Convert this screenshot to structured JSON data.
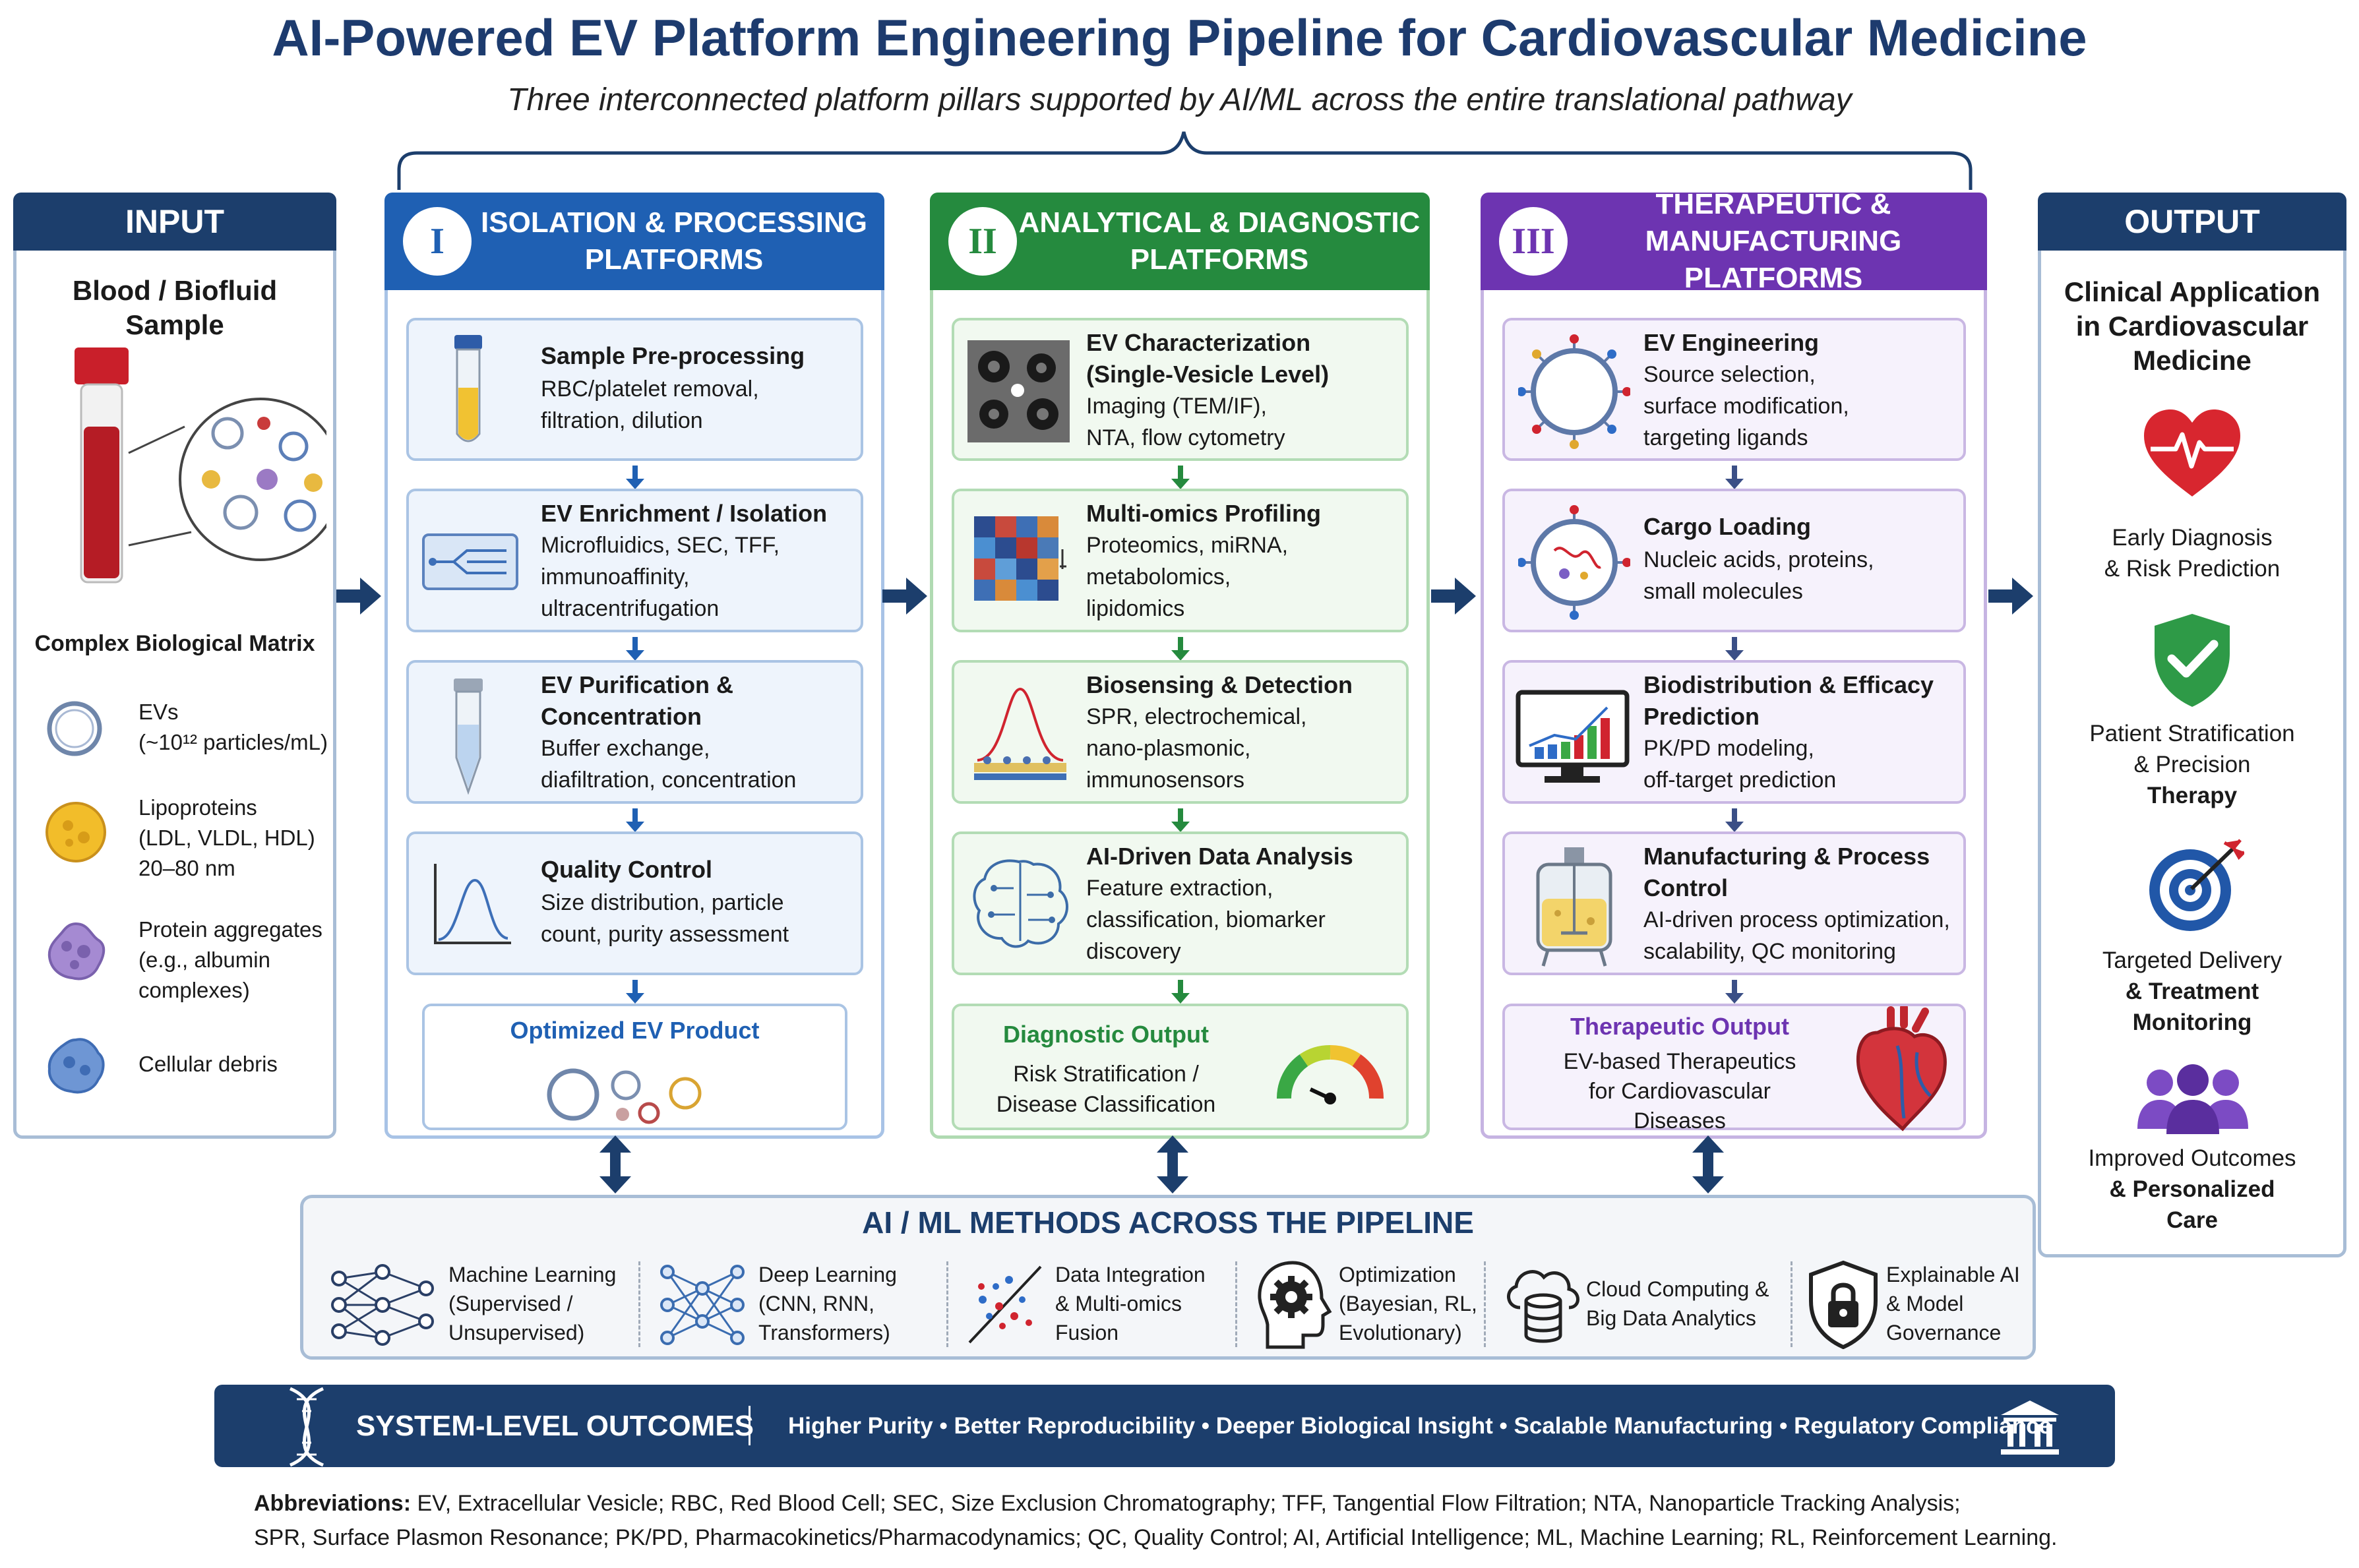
{
  "title": "AI-Powered EV Platform Engineering Pipeline for Cardiovascular Medicine",
  "subtitle": "Three interconnected platform pillars supported by AI/ML across the entire translational pathway",
  "colors": {
    "navy": "#1c3e6c",
    "blue": "#1f60b3",
    "green": "#258a3e",
    "purple": "#6d34b1",
    "red": "#d0242f"
  },
  "input": {
    "header": "INPUT",
    "sample_l1": "Blood / Biofluid",
    "sample_l2": "Sample",
    "matrix_label": "Complex Biological Matrix",
    "items": [
      {
        "l1": "EVs",
        "l2": "(~10¹² particles/mL)",
        "l3": "",
        "icon": "ev-icon"
      },
      {
        "l1": "Lipoproteins",
        "l2": "(LDL, VLDL, HDL)",
        "l3": "20–80 nm",
        "icon": "lipoprotein-icon"
      },
      {
        "l1": "Protein aggregates",
        "l2": "(e.g., albumin",
        "l3": "complexes)",
        "icon": "protein-aggregate-icon"
      },
      {
        "l1": "Cellular debris",
        "l2": "",
        "l3": "",
        "icon": "cellular-debris-icon"
      }
    ]
  },
  "pillars": [
    {
      "numeral": "I",
      "title_l1": "ISOLATION & PROCESSING",
      "title_l2": "PLATFORMS",
      "cards": [
        {
          "title": [
            "Sample Pre-processing"
          ],
          "desc": [
            "RBC/platelet removal,",
            "filtration, dilution"
          ],
          "icon": "test-tube-icon"
        },
        {
          "title": [
            "EV Enrichment / Isolation"
          ],
          "desc": [
            "Microfluidics, SEC, TFF,",
            "immunoaffinity,",
            "ultracentrifugation"
          ],
          "icon": "microfluidic-chip-icon"
        },
        {
          "title": [
            "EV Purification &",
            "Concentration"
          ],
          "desc": [
            "Buffer exchange,",
            "diafiltration, concentration"
          ],
          "icon": "centrifuge-tube-icon"
        },
        {
          "title": [
            "Quality Control"
          ],
          "desc": [
            "Size distribution, particle",
            "count, purity assessment"
          ],
          "icon": "distribution-curve-icon"
        }
      ],
      "final": {
        "title": "Optimized EV Product",
        "icon": "ev-vesicles-icon"
      }
    },
    {
      "numeral": "II",
      "title_l1": "ANALYTICAL & DIAGNOSTIC",
      "title_l2": "PLATFORMS",
      "cards": [
        {
          "title": [
            "EV Characterization",
            "(Single-Vesicle Level)"
          ],
          "desc": [
            "Imaging (TEM/IF),",
            "NTA, flow cytometry"
          ],
          "icon": "microscopy-image-icon"
        },
        {
          "title": [
            "Multi-omics Profiling"
          ],
          "desc": [
            "Proteomics, miRNA,",
            "metabolomics,",
            "lipidomics"
          ],
          "icon": "heatmap-icon"
        },
        {
          "title": [
            "Biosensing & Detection"
          ],
          "desc": [
            "SPR, electrochemical,",
            "nano-plasmonic,",
            "immunosensors"
          ],
          "icon": "biosensor-peak-icon"
        },
        {
          "title": [
            "AI-Driven Data Analysis"
          ],
          "desc": [
            "Feature extraction,",
            "classification, biomarker",
            "discovery"
          ],
          "icon": "brain-circuit-icon"
        }
      ],
      "final": {
        "title": "Diagnostic Output",
        "desc_l1": "Risk Stratification /",
        "desc_l2": "Disease Classification",
        "icon": "risk-gauge-icon"
      }
    },
    {
      "numeral": "III",
      "title_l1": "THERAPEUTIC & MANUFACTURING",
      "title_l2": "PLATFORMS",
      "cards": [
        {
          "title": [
            "EV Engineering"
          ],
          "desc": [
            "Source selection,",
            "surface modification,",
            "targeting ligands"
          ],
          "icon": "engineered-ev-icon"
        },
        {
          "title": [
            "Cargo Loading"
          ],
          "desc": [
            "Nucleic acids, proteins,",
            "small molecules"
          ],
          "icon": "cargo-ev-icon"
        },
        {
          "title": [
            "Biodistribution & Efficacy",
            "Prediction"
          ],
          "desc": [
            "PK/PD modeling,",
            "off-target prediction"
          ],
          "icon": "monitor-chart-icon"
        },
        {
          "title": [
            "Manufacturing & Process",
            "Control"
          ],
          "desc": [
            "AI-driven process optimization,",
            "scalability, QC monitoring"
          ],
          "icon": "bioreactor-icon"
        }
      ],
      "final": {
        "title": "Therapeutic Output",
        "desc_l1": "EV-based Therapeutics",
        "desc_l2": "for Cardiovascular",
        "desc_l3": "Diseases",
        "icon": "anatomical-heart-icon"
      }
    }
  ],
  "output": {
    "header": "OUTPUT",
    "title_l1": "Clinical Application",
    "title_l2": "in Cardiovascular",
    "title_l3": "Medicine",
    "items": [
      {
        "l1": "Early Diagnosis",
        "l2": "& Risk Prediction",
        "l3": "",
        "icon": "heart-pulse-icon"
      },
      {
        "l1": "Patient Stratification",
        "l2": "& Precision",
        "l3": "Therapy",
        "icon": "shield-check-icon"
      },
      {
        "l1": "Targeted Delivery",
        "l2": "& Treatment",
        "l3": "Monitoring",
        "icon": "target-icon"
      },
      {
        "l1": "Improved Outcomes",
        "l2": "& Personalized",
        "l3": "Care",
        "icon": "people-icon"
      }
    ]
  },
  "ml": {
    "title": "AI / ML METHODS ACROSS THE PIPELINE",
    "items": [
      {
        "l1": "Machine Learning",
        "l2": "(Supervised /",
        "l3": "Unsupervised)",
        "icon": "neural-network-icon"
      },
      {
        "l1": "Deep Learning",
        "l2": "(CNN, RNN,",
        "l3": "Transformers)",
        "icon": "deep-network-icon"
      },
      {
        "l1": "Data Integration",
        "l2": "& Multi-omics",
        "l3": "Fusion",
        "icon": "data-fusion-icon"
      },
      {
        "l1": "Optimization",
        "l2": "(Bayesian, RL,",
        "l3": "Evolutionary)",
        "icon": "head-gear-icon"
      },
      {
        "l1": "Cloud Computing &",
        "l2": "Big Data Analytics",
        "l3": "",
        "icon": "cloud-database-icon"
      },
      {
        "l1": "Explainable AI",
        "l2": "& Model",
        "l3": "Governance",
        "icon": "lock-shield-icon"
      }
    ]
  },
  "system": {
    "label": "SYSTEM-LEVEL OUTCOMES",
    "text": "Higher Purity • Better Reproducibility • Deeper Biological Insight • Scalable Manufacturing • Regulatory Compliance",
    "icons": [
      "dna-icon",
      "institution-icon"
    ]
  },
  "abbr": {
    "label": "Abbreviations:",
    "l1": " EV, Extracellular Vesicle; RBC, Red Blood Cell; SEC, Size Exclusion Chromatography; TFF, Tangential Flow Filtration; NTA, Nanoparticle Tracking Analysis;",
    "l2": "SPR, Surface Plasmon Resonance; PK/PD, Pharmacokinetics/Pharmacodynamics; QC, Quality Control; AI, Artificial Intelligence; ML, Machine Learning; RL, Reinforcement Learning."
  }
}
